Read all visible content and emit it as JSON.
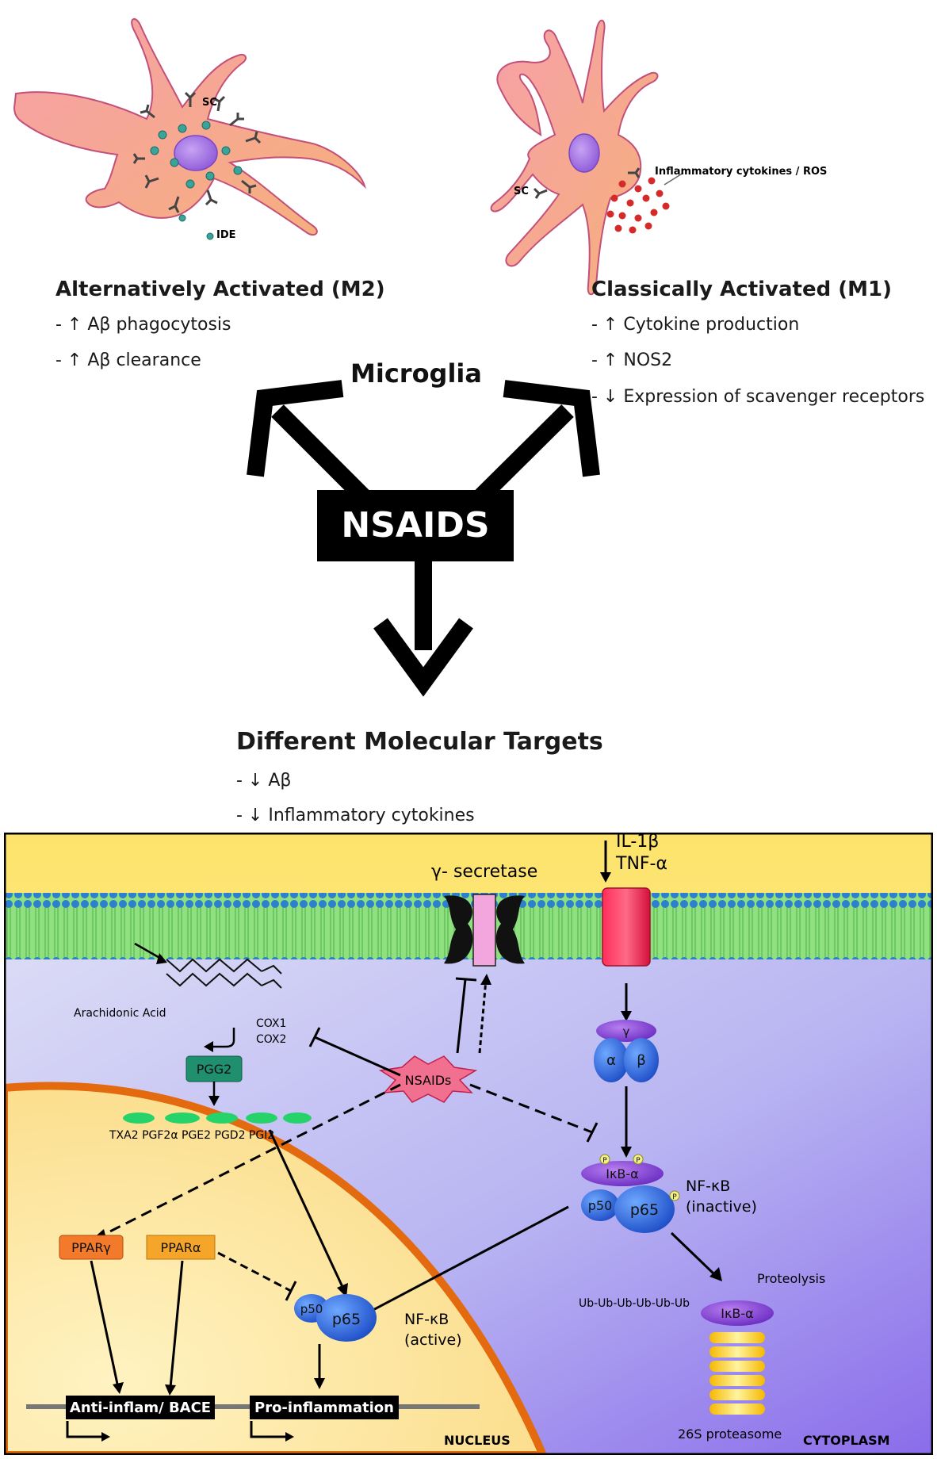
{
  "m2": {
    "title": "Alternatively Activated (M2)",
    "items": [
      "- ↑ Aβ phagocytosis",
      "- ↑ Aβ clearance"
    ],
    "labels": {
      "sc": "SC",
      "ide": "IDE"
    }
  },
  "m1": {
    "title": "Classically Activated (M1)",
    "items": [
      "- ↑ Cytokine production",
      "- ↑ NOS2",
      "- ↓ Expression of scavenger receptors"
    ],
    "labels": {
      "sc": "SC",
      "cytokines": "Inflammatory cytokines / ROS"
    }
  },
  "center": {
    "microglia": "Microglia",
    "nsaids": "NSAIDS"
  },
  "targets": {
    "title": "Different Molecular Targets",
    "items": [
      "- ↓ Aβ",
      "- ↓ Inflammatory cytokines"
    ]
  },
  "pathway": {
    "il1b": "IL-1β",
    "tnfa": "TNF-α",
    "gamma_secretase": "γ- secretase",
    "arachidonic": "Arachidonic Acid",
    "cox1": "COX1",
    "cox2": "COX2",
    "pgg2": "PGG2",
    "prostanoids": "TXA2  PGF2α  PGE2   PGD2  PGI2",
    "nsaids": "NSAIDs",
    "ikk_gamma": "γ",
    "ikk_alpha": "α",
    "ikk_beta": "β",
    "ikb": "IκB-α",
    "p50": "p50",
    "p65": "p65",
    "p": "P",
    "nfkb_inactive_1": "NF-κB",
    "nfkb_inactive_2": "(inactive)",
    "nfkb_active_1": "NF-κB",
    "nfkb_active_2": "(active)",
    "ppar_gamma": "PPARγ",
    "ppar_alpha": "PPARα",
    "proteolysis": "Proteolysis",
    "ub_chain": "Ub-Ub-Ub-Ub-Ub-Ub",
    "proteasome": "26S proteasome",
    "anti_inflam": "Anti-inflam/ BACE",
    "pro_inflam": "Pro-inflammation",
    "nucleus": "NUCLEUS",
    "cytoplasm": "CYTOPLASM"
  },
  "colors": {
    "cell_body": "#f59aa0",
    "nucleus_cell": "#a97be0",
    "nsaid_star": "#f06a8c",
    "receptor": "#e8174a",
    "ppar_gamma": "#f27a2a",
    "ppar_alpha": "#f5a52a",
    "pgg2": "#1f8f6e",
    "membrane": "#7fdc74",
    "membrane_heads": "#2e86d1"
  }
}
